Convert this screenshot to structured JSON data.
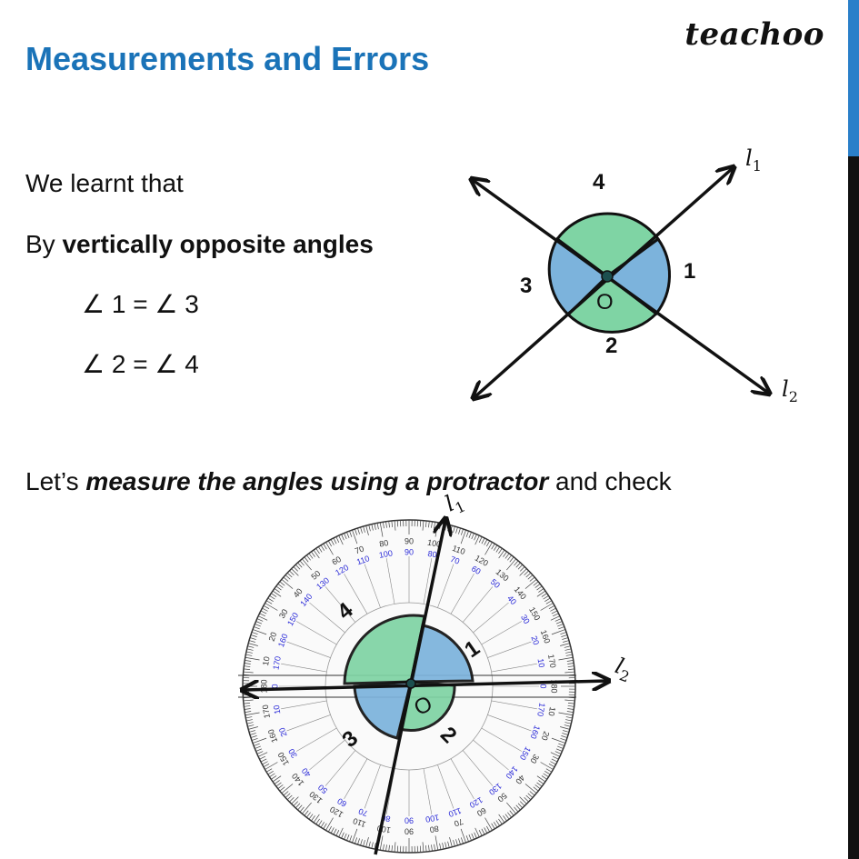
{
  "header": {
    "title": "Measurements and Errors",
    "brand": "teachoo"
  },
  "content": {
    "line1": "We learnt that",
    "line2_prefix": "By ",
    "line2_bold": "vertically opposite angles",
    "eq1": "∠ 1 = ∠ 3",
    "eq2": "∠ 2 = ∠ 4",
    "line3_prefix": "Let’s ",
    "line3_bold_italic": "measure the angles using a protractor",
    "line3_suffix": " and check"
  },
  "diagram_top": {
    "angle_labels": [
      "1",
      "2",
      "3",
      "4"
    ],
    "center_label": "O",
    "line_labels": [
      "l",
      "1",
      "l",
      "2"
    ]
  },
  "diagram_protractor": {
    "angle_labels": [
      "1",
      "2",
      "3",
      "4"
    ],
    "center_label": "O",
    "line_labels": [
      "l",
      "1",
      "l",
      "2"
    ]
  },
  "colors": {
    "title": "#1a73b8",
    "green_angle": "#7fd4a4",
    "blue_angle": "#7cb3dc",
    "scale_blue": "#2a2ad8",
    "sidebar_accent": "#2a7fc9"
  }
}
